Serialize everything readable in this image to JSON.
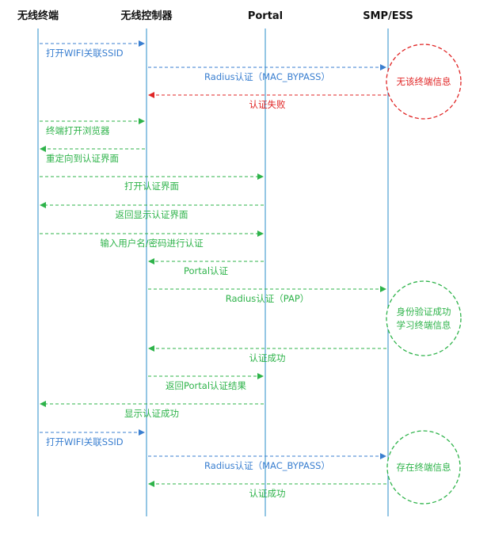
{
  "colors": {
    "lifeline": "#5aa7d6",
    "blue": "#3a7fd0",
    "green": "#2eb34a",
    "red": "#e02424"
  },
  "participants": [
    {
      "id": "terminal",
      "label": "无线终端"
    },
    {
      "id": "controller",
      "label": "无线控制器"
    },
    {
      "id": "portal",
      "label": "Portal"
    },
    {
      "id": "smp",
      "label": "SMP/ESS"
    }
  ],
  "messages": [
    {
      "from": "terminal",
      "to": "controller",
      "label": "打开WIFI关联SSID",
      "color": "blue",
      "label_align": "left"
    },
    {
      "from": "controller",
      "to": "smp",
      "label": "Radius认证（MAC_BYPASS）",
      "color": "blue"
    },
    {
      "from": "smp",
      "to": "controller",
      "label": "认证失败",
      "color": "red"
    },
    {
      "from": "terminal",
      "to": "controller",
      "label": "终端打开浏览器",
      "color": "green",
      "label_align": "left"
    },
    {
      "from": "controller",
      "to": "terminal",
      "label": "重定向到认证界面",
      "color": "green",
      "label_align": "left"
    },
    {
      "from": "terminal",
      "to": "portal",
      "label": "打开认证界面",
      "color": "green"
    },
    {
      "from": "portal",
      "to": "terminal",
      "label": "返回显示认证界面",
      "color": "green"
    },
    {
      "from": "terminal",
      "to": "portal",
      "label": "输入用户名/密码进行认证",
      "color": "green"
    },
    {
      "from": "portal",
      "to": "controller",
      "label": "Portal认证",
      "color": "green"
    },
    {
      "from": "controller",
      "to": "smp",
      "label": "Radius认证（PAP）",
      "color": "green"
    },
    {
      "from": "smp",
      "to": "controller",
      "label": "认证成功",
      "color": "green"
    },
    {
      "from": "controller",
      "to": "portal",
      "label": "返回Portal认证结果",
      "color": "green"
    },
    {
      "from": "portal",
      "to": "terminal",
      "label": "显示认证成功",
      "color": "green"
    },
    {
      "from": "terminal",
      "to": "controller",
      "label": "打开WIFI关联SSID",
      "color": "blue",
      "label_align": "left"
    },
    {
      "from": "controller",
      "to": "smp",
      "label": "Radius认证（MAC_BYPASS）",
      "color": "blue"
    },
    {
      "from": "smp",
      "to": "controller",
      "label": "认证成功",
      "color": "green"
    }
  ],
  "notes": [
    {
      "lines": [
        "无该终端信息"
      ],
      "color": "red",
      "after_message": 1
    },
    {
      "lines": [
        "身份验证成功",
        "学习终端信息"
      ],
      "color": "green",
      "after_message": 9
    },
    {
      "lines": [
        "存在终端信息"
      ],
      "color": "green",
      "after_message": 14
    }
  ]
}
